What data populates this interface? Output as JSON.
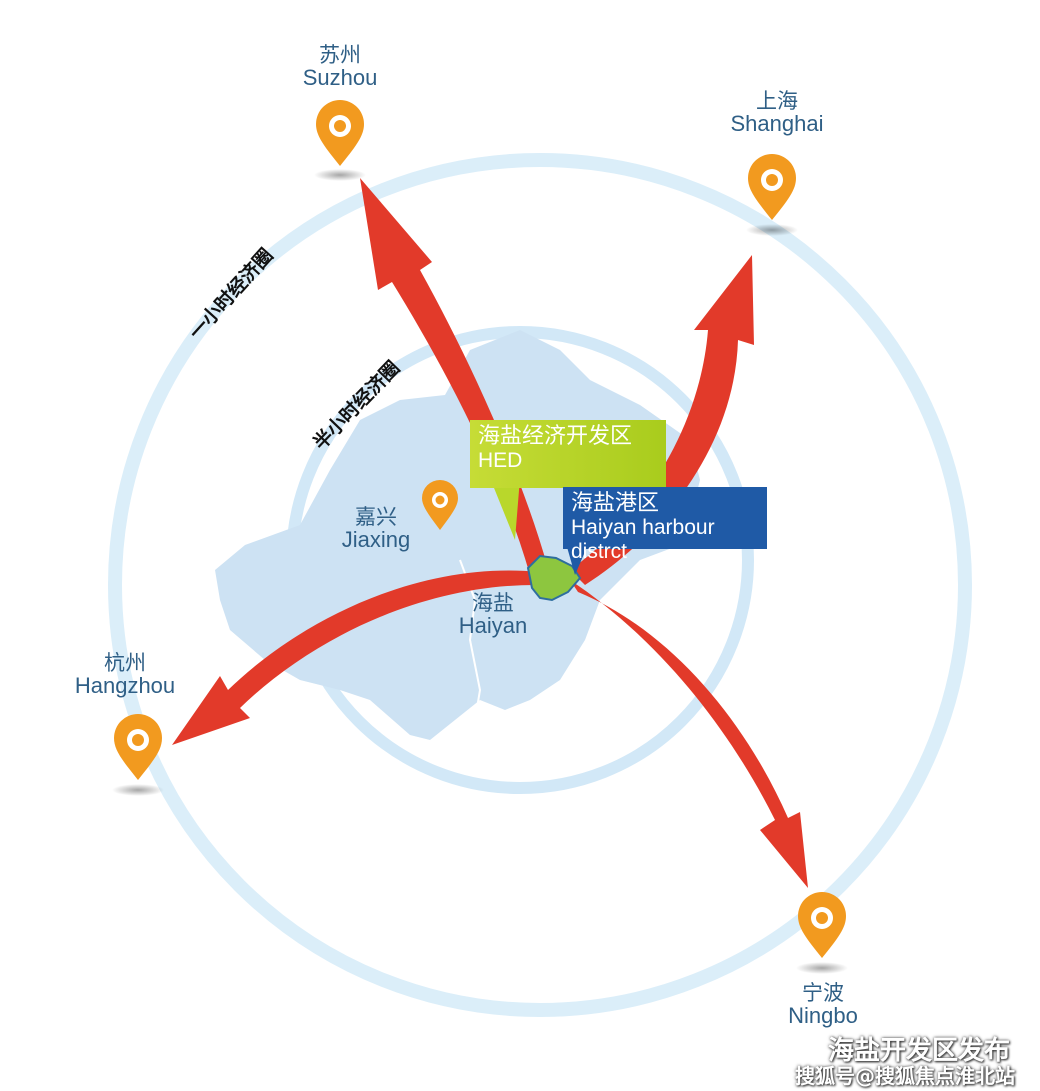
{
  "rings": {
    "outer_label": "一小时经济圈",
    "inner_label": "半小时经济圈"
  },
  "cities": {
    "suzhou": {
      "zh": "苏州",
      "en": "Suzhou"
    },
    "shanghai": {
      "zh": "上海",
      "en": "Shanghai"
    },
    "jiaxing": {
      "zh": "嘉兴",
      "en": "Jiaxing"
    },
    "hangzhou": {
      "zh": "杭州",
      "en": "Hangzhou"
    },
    "ningbo": {
      "zh": "宁波",
      "en": "Ningbo"
    }
  },
  "center": {
    "zh": "海盐",
    "en": "Haiyan"
  },
  "callouts": {
    "hed": {
      "zh": "海盐经济开发区",
      "en": "HED"
    },
    "harbour": {
      "zh": "海盐港区",
      "en": "Haiyan harbour distrct"
    }
  },
  "watermark": {
    "line1": "海盐开发区发布",
    "line2": "搜狐号@搜狐焦点淮北站"
  },
  "colors": {
    "arrow": "#e23a2a",
    "pin": "#f29a1f",
    "ring": "#cfe6f5",
    "region": "#cfe3f4",
    "hed_callout": "#b9d72b",
    "harbour_callout": "#1f5aa6",
    "text": "#2f5f86"
  }
}
